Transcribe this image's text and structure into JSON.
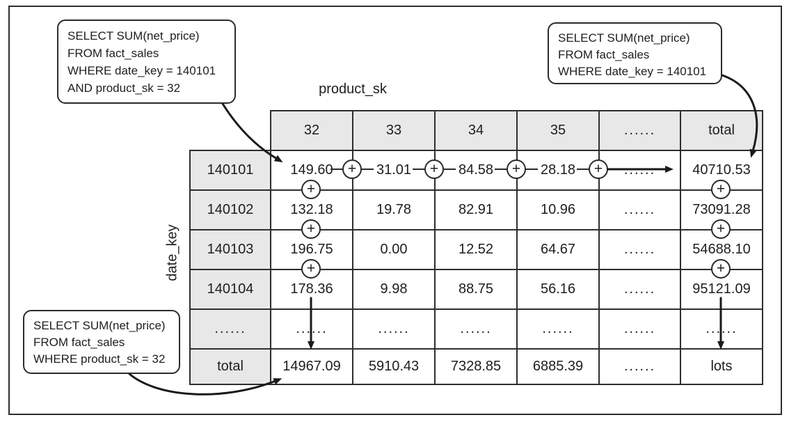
{
  "labels": {
    "x_axis": "product_sk",
    "y_axis": "date_key",
    "plus": "+"
  },
  "callouts": {
    "top_left": {
      "lines": [
        "SELECT SUM(net_price)",
        "FROM fact_sales",
        "WHERE date_key = 140101",
        "AND product_sk = 32"
      ]
    },
    "top_right": {
      "lines": [
        "SELECT SUM(net_price)",
        "FROM fact_sales",
        "WHERE date_key = 140101"
      ]
    },
    "bottom_left": {
      "lines": [
        "SELECT SUM(net_price)",
        "FROM fact_sales",
        "WHERE product_sk = 32"
      ]
    }
  },
  "table": {
    "col_headers": [
      "32",
      "33",
      "34",
      "35",
      "......",
      "total"
    ],
    "rows": [
      {
        "header": "140101",
        "cells": [
          "149.60",
          "31.01",
          "84.58",
          "28.18",
          "......",
          "40710.53"
        ]
      },
      {
        "header": "140102",
        "cells": [
          "132.18",
          "19.78",
          "82.91",
          "10.96",
          "......",
          "73091.28"
        ]
      },
      {
        "header": "140103",
        "cells": [
          "196.75",
          "0.00",
          "12.52",
          "64.67",
          "......",
          "54688.10"
        ]
      },
      {
        "header": "140104",
        "cells": [
          "178.36",
          "9.98",
          "88.75",
          "56.16",
          "......",
          "95121.09"
        ]
      },
      {
        "header": "......",
        "cells": [
          "......",
          "......",
          "......",
          "......",
          "......",
          "......"
        ]
      },
      {
        "header": "total",
        "cells": [
          "14967.09",
          "5910.43",
          "7328.85",
          "6885.39",
          "......",
          "lots"
        ]
      }
    ]
  },
  "colors": {
    "header_bg": "#e8e8e8",
    "line": "#2b2b2b",
    "arrow": "#1a1a1a"
  }
}
